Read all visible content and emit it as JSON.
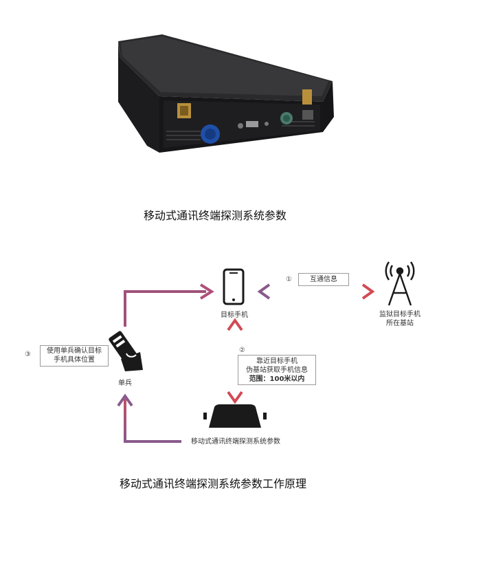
{
  "product": {
    "caption": "移动式通讯终端探测系统参数"
  },
  "diagram": {
    "target_phone_label": "目标手机",
    "tower_label_line1": "监狱目标手机",
    "tower_label_line2": "所在基站",
    "soldier_label": "单兵",
    "device_label": "移动式通讯终端探测系统参数",
    "step1_num": "①",
    "step1_text": "互通信息",
    "step2_num": "②",
    "step2_line1": "靠近目标手机",
    "step2_line2": "伪基站获取手机信息",
    "step2_line3": "范围：100米以内",
    "step3_num": "③",
    "step3_line1": "使用单兵确认目标",
    "step3_line2": "手机具体位置",
    "caption": "移动式通讯终端探测系统参数工作原理"
  },
  "colors": {
    "arrow_start": "#8a5a8c",
    "arrow_end": "#d14a55",
    "icon": "#1a1a1a"
  }
}
